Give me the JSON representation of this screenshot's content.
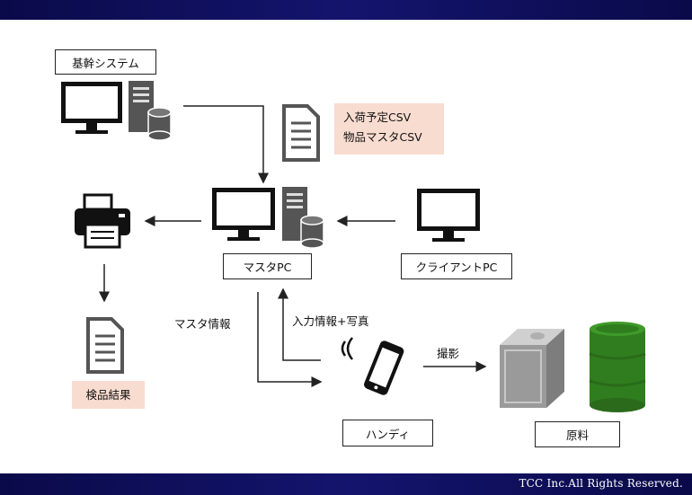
{
  "labels": {
    "core_system": "基幹システム",
    "master_pc": "マスタPC",
    "client_pc": "クライアントPC",
    "handy": "ハンディ",
    "raw_material": "原料",
    "inspection_result": "検品結果"
  },
  "files_note": {
    "line1": "入荷予定CSV",
    "line2": "物品マスタCSV"
  },
  "flows": {
    "master_info": "マスタ情報",
    "input_info": "入力情報+写真",
    "photograph": "撮影"
  },
  "footer": {
    "copyright": "TCC Inc.All Rights Reserved."
  },
  "colors": {
    "band": "#0a0a4a",
    "note_fill": "#f9dcd0",
    "drum": "#2f7d1e",
    "can": "#9a9a9a"
  }
}
